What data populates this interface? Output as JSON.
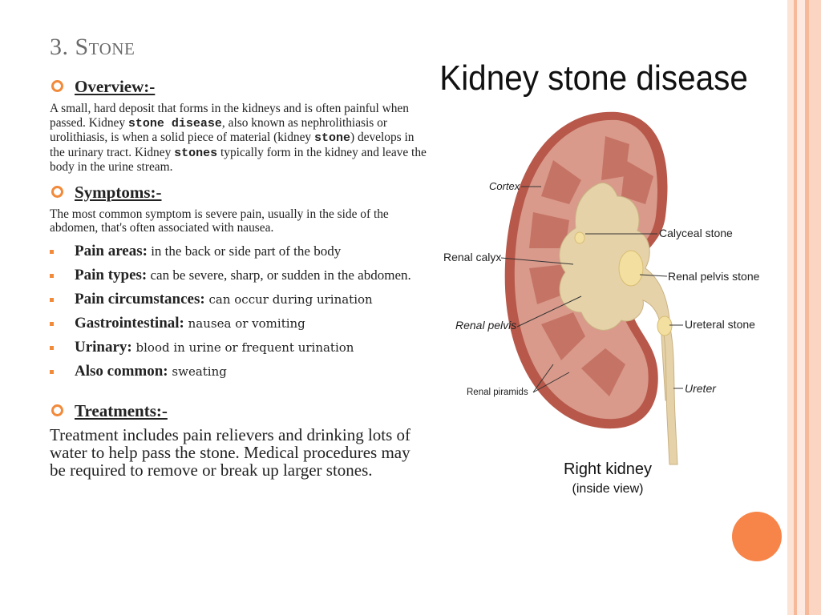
{
  "slide": {
    "title_num": "3. ",
    "title_word": "Stone"
  },
  "overview": {
    "heading": "Overview:-",
    "text_1": "A small, hard deposit that forms in the kidneys and is often painful when passed. Kidney ",
    "bold_1": "stone disease",
    "text_2": ", also known as nephrolithiasis or urolithiasis, is when a solid piece of material (kidney ",
    "bold_2": "stone",
    "text_3": ") develops in the urinary tract. Kidney ",
    "bold_3": "stones",
    "text_4": " typically form in the kidney and leave the body in the urine stream."
  },
  "symptoms": {
    "heading": "Symptoms:-",
    "intro": "The most common symptom is severe pain, usually in the side of the abdomen, that's often associated with nausea.",
    "items": [
      {
        "key": "Pain areas:",
        "value": " in the back or side part of the body"
      },
      {
        "key": "Pain types:",
        "value": " can be severe, sharp, or sudden in the abdomen."
      },
      {
        "key": "Pain circumstances:",
        "value": " can occur during urination"
      },
      {
        "key": "Gastrointestinal:",
        "value": " nausea or vomiting"
      },
      {
        "key": "Urinary:",
        "value": " blood in urine or frequent urination"
      },
      {
        "key": "Also common:",
        "value": " sweating"
      }
    ]
  },
  "treatments": {
    "heading": "Treatments:-",
    "text": "Treatment includes pain relievers and drinking lots of water to help pass the stone. Medical procedures may be required to remove or break up larger stones."
  },
  "diagram": {
    "title": "Kidney stone disease",
    "labels": {
      "cortex": "Cortex",
      "calyceal_stone": "Calyceal stone",
      "renal_calyx": "Renal calyx",
      "renal_pelvis_stone": "Renal pelvis stone",
      "renal_pelvis": "Renal pelvis",
      "ureteral_stone": "Ureteral stone",
      "renal_piramids": "Renal piramids",
      "ureter": "Ureter"
    },
    "caption_1": "Right kidney",
    "caption_2": "(inside view)"
  },
  "colors": {
    "accent": "#f28a3b",
    "title_gray": "#6b6b6b",
    "kidney_outer": "#b7584a",
    "kidney_cortex": "#d9998a",
    "pelvis": "#e6d2a8",
    "stone": "#f3dfa0"
  }
}
